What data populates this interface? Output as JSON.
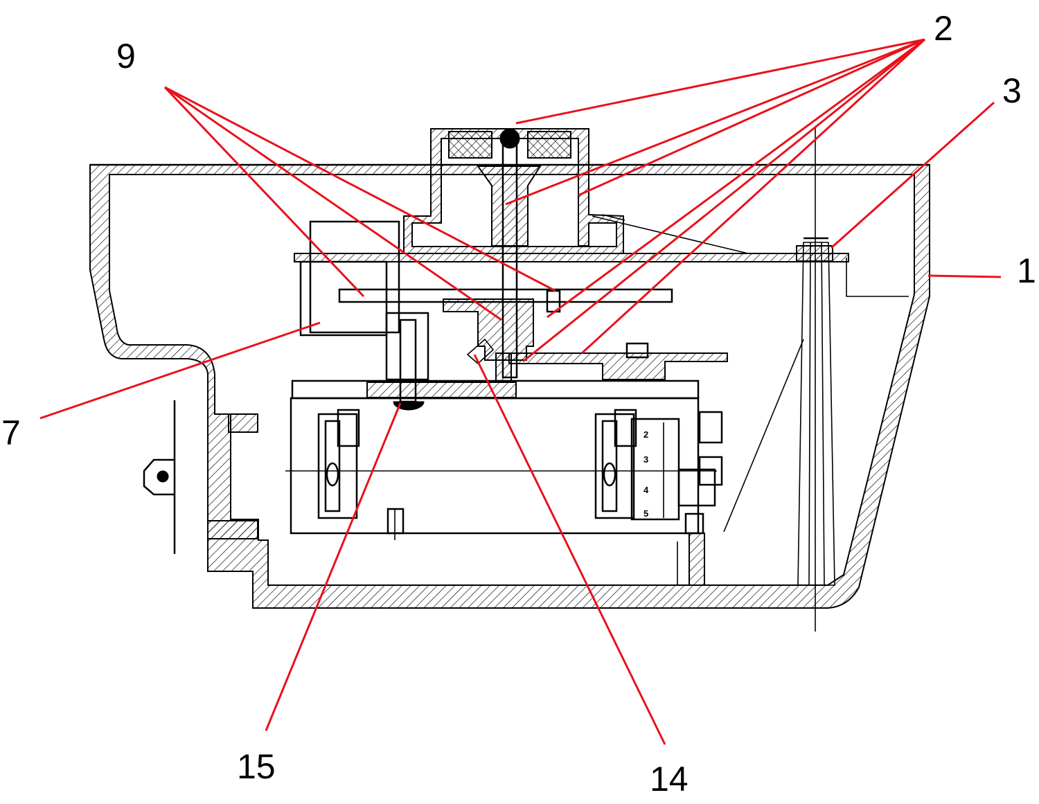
{
  "colors": {
    "leader": "#e8121b",
    "line": "#000000",
    "background": "#ffffff"
  },
  "callouts": [
    {
      "id": "2",
      "label": "2",
      "leader_count": 6
    },
    {
      "id": "3",
      "label": "3",
      "leader_count": 1
    },
    {
      "id": "1",
      "label": "1",
      "leader_count": 1
    },
    {
      "id": "9",
      "label": "9",
      "leader_count": 3
    },
    {
      "id": "7",
      "label": "7",
      "leader_count": 1
    },
    {
      "id": "15",
      "label": "15",
      "leader_count": 1
    },
    {
      "id": "14",
      "label": "14",
      "leader_count": 1
    }
  ],
  "scale_digits": [
    "2",
    "3",
    "4",
    "5"
  ]
}
